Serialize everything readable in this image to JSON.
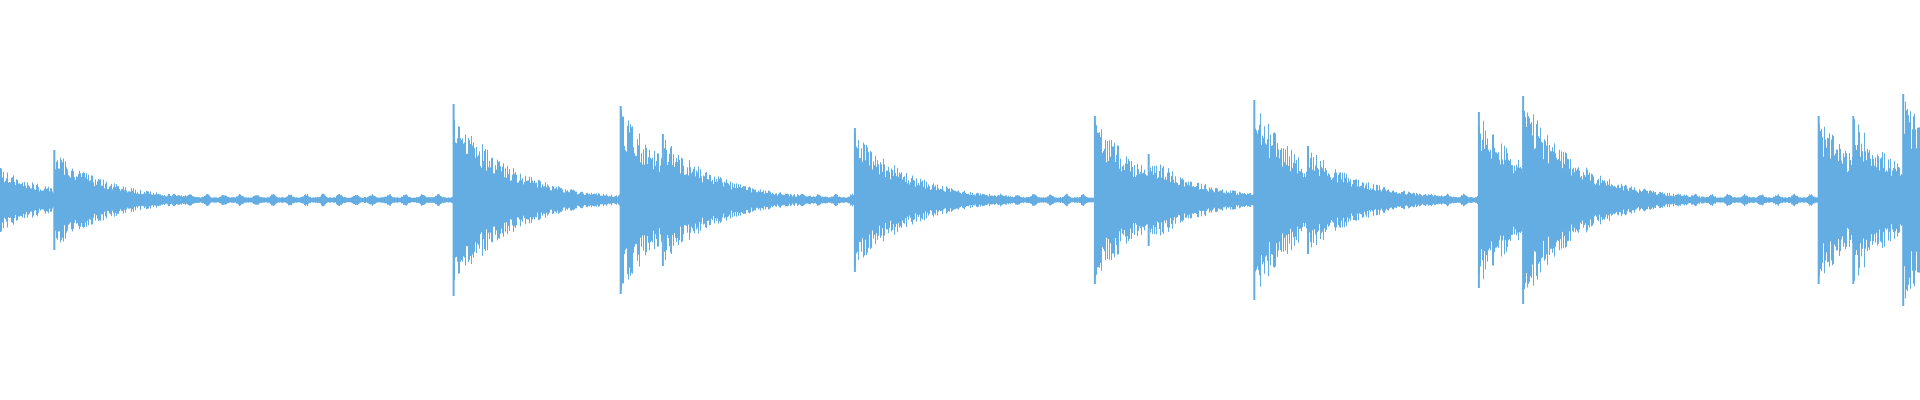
{
  "waveform": {
    "color": "#64ade2",
    "background": "#ffffff",
    "transients": [
      {
        "t": 0.0,
        "a": 0.16
      },
      {
        "t": 0.028,
        "a": 0.25
      },
      {
        "t": 0.236,
        "a": 0.48
      },
      {
        "t": 0.323,
        "a": 0.47
      },
      {
        "t": 0.345,
        "a": 0.33
      },
      {
        "t": 0.445,
        "a": 0.36
      },
      {
        "t": 0.57,
        "a": 0.42
      },
      {
        "t": 0.598,
        "a": 0.23
      },
      {
        "t": 0.653,
        "a": 0.5
      },
      {
        "t": 0.681,
        "a": 0.27
      },
      {
        "t": 0.77,
        "a": 0.44
      },
      {
        "t": 0.793,
        "a": 0.52
      },
      {
        "t": 0.947,
        "a": 0.42
      },
      {
        "t": 0.965,
        "a": 0.42
      },
      {
        "t": 0.991,
        "a": 0.53
      }
    ]
  }
}
